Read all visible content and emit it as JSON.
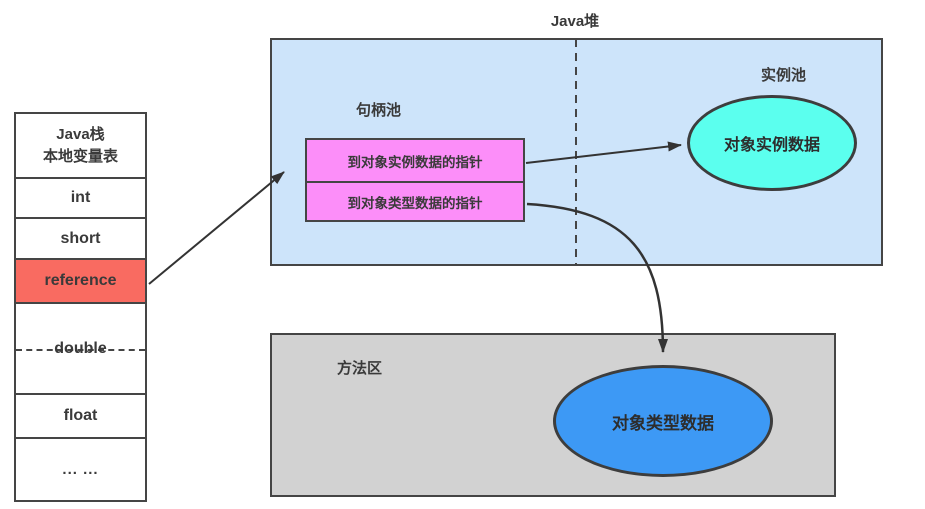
{
  "diagram": {
    "stack": {
      "header_line1": "Java栈",
      "header_line2": "本地变量表",
      "rows": {
        "int": "int",
        "short": "short",
        "reference": "reference",
        "double": "double",
        "float": "float",
        "dots": "... ..."
      }
    },
    "heap": {
      "title": "Java堆",
      "handle_pool_label": "句柄池",
      "instance_pool_label": "实例池",
      "handle_pointer_instance": "到对象实例数据的指针",
      "handle_pointer_type": "到对象类型数据的指针",
      "instance_ellipse_label": "对象实例数据"
    },
    "method_area": {
      "label": "方法区",
      "type_ellipse_label": "对象类型数据"
    },
    "colors": {
      "heap_bg": "#cde4fa",
      "method_area_bg": "#d2d2d2",
      "handle_box_bg": "#fc8ef9",
      "reference_cell_bg": "#f96b61",
      "instance_ellipse_bg": "#5bffee",
      "type_ellipse_bg": "#3d99f5",
      "border": "#454545",
      "arrow": "#333333"
    }
  }
}
